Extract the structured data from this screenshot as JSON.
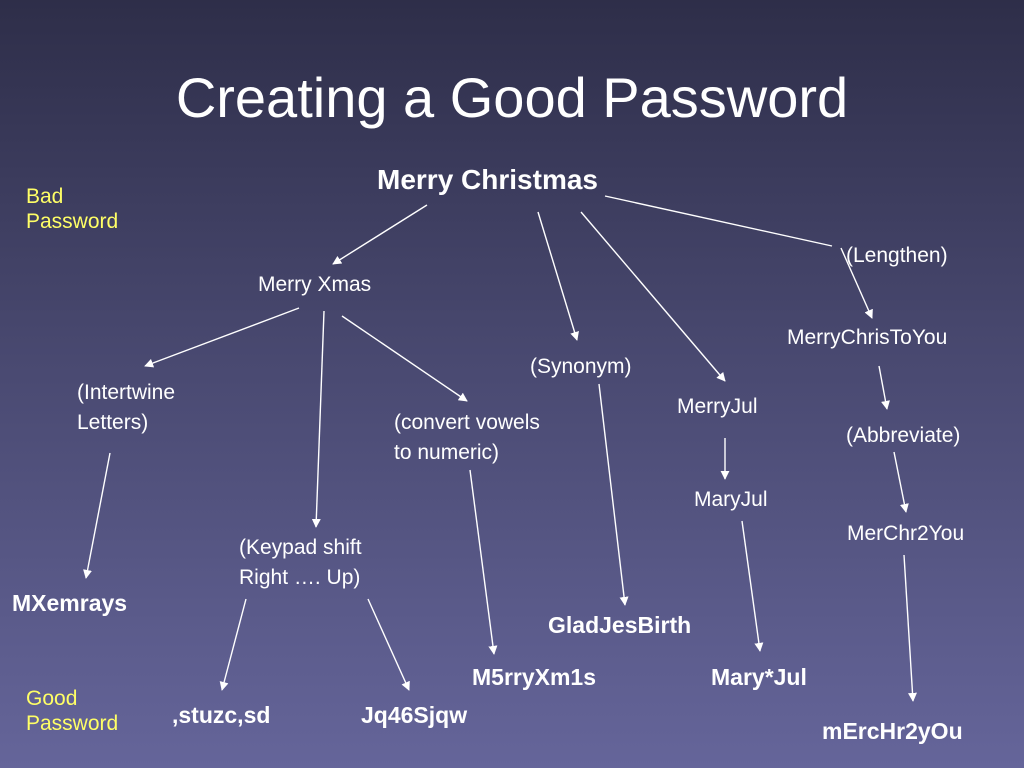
{
  "title": "Creating a Good Password",
  "legend": {
    "bad_line1": "Bad",
    "bad_line2": "Password",
    "good_line1": "Good",
    "good_line2": "Password"
  },
  "nodes": {
    "root": "Merry Christmas",
    "merry_xmas": "Merry Xmas",
    "intertwine_line1": "(Intertwine",
    "intertwine_line2": "Letters)",
    "mxemrays": "MXemrays",
    "keypad_line1": "(Keypad shift",
    "keypad_line2": "Right …. Up)",
    "stuzc": ",stuzc,sd",
    "jq46": "Jq46Sjqw",
    "convert_line1": "(convert vowels",
    "convert_line2": "to numeric)",
    "m5rry": "M5rryXm1s",
    "synonym": "(Synonym)",
    "gladjes": "GladJesBirth",
    "merryjul": "MerryJul",
    "maryjul": "MaryJul",
    "mary_star": "Mary*Jul",
    "lengthen": "(Lengthen)",
    "merrychris": "MerryChrisToYou",
    "abbreviate": "(Abbreviate)",
    "merchr": "MerChr2You",
    "mercchr_final": "mErcHr2yOu"
  }
}
